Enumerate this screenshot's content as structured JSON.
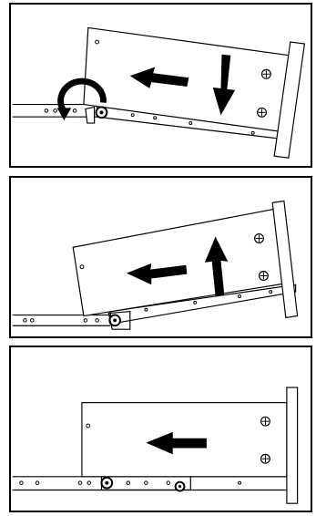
{
  "figure": {
    "steps": [
      {
        "id": 1,
        "drawer": "tilted-down",
        "motion": [
          "push-back",
          "lower-front"
        ],
        "latch": "rotate"
      },
      {
        "id": 2,
        "drawer": "tilted-up",
        "motion": [
          "push-back",
          "raise-front"
        ],
        "latch": "engaged"
      },
      {
        "id": 3,
        "drawer": "level",
        "motion": [
          "push-back"
        ],
        "latch": "seated"
      }
    ],
    "icons": {
      "arrow_left": "arrow-left-icon",
      "arrow_down": "arrow-down-icon",
      "arrow_up": "arrow-up-icon",
      "curved_arrow": "curved-arrow-icon",
      "screw": "screw-icon",
      "roller": "roller-icon"
    },
    "colors": {
      "ink": "#000000",
      "paper": "#ffffff"
    }
  }
}
